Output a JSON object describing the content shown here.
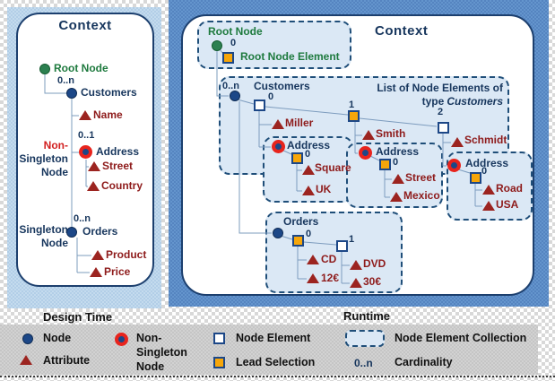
{
  "design": {
    "title": "Context",
    "caption": "Design Time",
    "root_node": "Root Node",
    "customers_card": "0..n",
    "customers": "Customers",
    "name": "Name",
    "address_card": "0..1",
    "address": "Address",
    "non_singleton_1": "Non-",
    "non_singleton_2": "Singleton",
    "non_singleton_3": "Node",
    "street": "Street",
    "country": "Country",
    "orders_card": "0..n",
    "singleton_1": "Singleton",
    "singleton_2": "Node",
    "orders": "Orders",
    "product": "Product",
    "price": "Price"
  },
  "runtime": {
    "title": "Context",
    "caption": "Runtime",
    "root_label": "Root Node",
    "root_index": "0",
    "root_element": "Root Node Element",
    "customers_card": "0..n",
    "customers": "Customers",
    "note_line1": "List of Node Elements of",
    "note_line2_prefix": "type",
    "note_line2_type": "Customers",
    "e0_index": "0",
    "e0_attr": "Miller",
    "e0_addr_label": "Address",
    "e0_addr_index": "0",
    "e0_addr_attr1": "Square",
    "e0_addr_attr2": "UK",
    "e1_index": "1",
    "e1_attr": "Smith",
    "e1_addr_label": "Address",
    "e1_addr_index": "0",
    "e1_addr_attr1": "Street",
    "e1_addr_attr2": "Mexico",
    "e2_index": "2",
    "e2_attr": "Schmidt",
    "e2_addr_label": "Address",
    "e2_addr_index": "0",
    "e2_addr_attr1": "Road",
    "e2_addr_attr2": "USA",
    "orders_label": "Orders",
    "o0_index": "0",
    "o0_attr1": "CD",
    "o0_attr2": "12€",
    "o1_index": "1",
    "o1_attr1": "DVD",
    "o1_attr2": "30€"
  },
  "legend": {
    "node": "Node",
    "attribute": "Attribute",
    "non_singleton_1": "Non-",
    "non_singleton_2": "Singleton",
    "non_singleton_3": "Node",
    "node_element": "Node Element",
    "lead_selection": "Lead Selection",
    "collection": "Node Element Collection",
    "cardinality_symbol": "0..n",
    "cardinality": "Cardinality"
  },
  "colors": {
    "navy": "#17365d",
    "green": "#1e7a3e",
    "maroon": "#8e1b1b",
    "red": "#d21f1f",
    "node_blue": "#1c4787",
    "lead_orange": "#f6a60a",
    "ring_red": "#e8241d",
    "collection_fill": "#dbe8f5",
    "design_band": "#b9d3ea",
    "runtime_band": "#5e8ec8",
    "legend_bg": "#cacaca",
    "connector": "#7d9cbe"
  }
}
